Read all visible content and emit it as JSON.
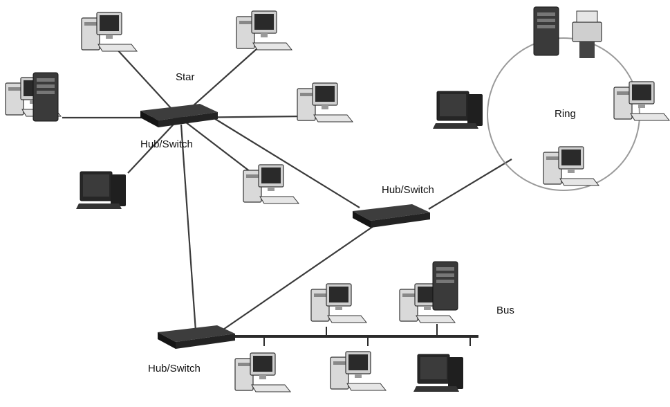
{
  "labels": {
    "star": "Star",
    "ring": "Ring",
    "bus": "Bus",
    "hub_star": "Hub/Switch",
    "hub_ring": "Hub/Switch",
    "hub_bus": "Hub/Switch"
  },
  "colors": {
    "hub": "#1e1e1e",
    "link": "#3a3a3a",
    "ring": "#9a9a9a",
    "case": "#d9d9d9",
    "screen": "#2a2a2a",
    "dark_case": "#222222"
  },
  "icons": [
    "hub-icon",
    "computer-icon",
    "tower-icon",
    "printer-icon"
  ]
}
